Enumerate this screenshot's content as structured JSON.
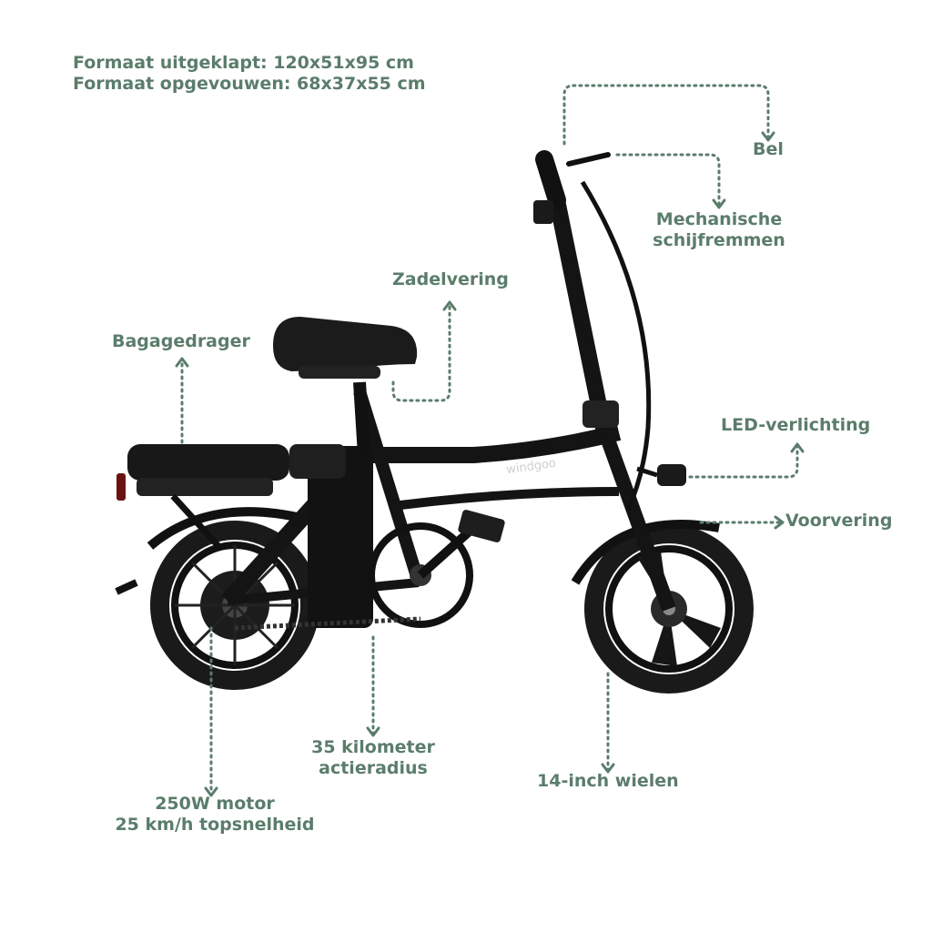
{
  "dimensions": {
    "unfolded": "Formaat uitgeklapt: 120x51x95 cm",
    "folded": "Formaat opgevouwen: 68x37x55 cm"
  },
  "callouts": {
    "bell": "Bel",
    "brakes_line1": "Mechanische",
    "brakes_line2": "schijfremmen",
    "saddle_suspension": "Zadelvering",
    "luggage_rack": "Bagagedrager",
    "led_lighting": "LED-verlichting",
    "front_suspension": "Voorvering",
    "range_line1": "35 kilometer",
    "range_line2": "actieradius",
    "wheels": "14-inch wielen",
    "motor_line1": "250W motor",
    "motor_line2": "25 km/h topsnelheid"
  },
  "brand": {
    "logo_text": "windgoo"
  },
  "colors": {
    "label": "#5b7d6b",
    "bike": "#151515"
  }
}
